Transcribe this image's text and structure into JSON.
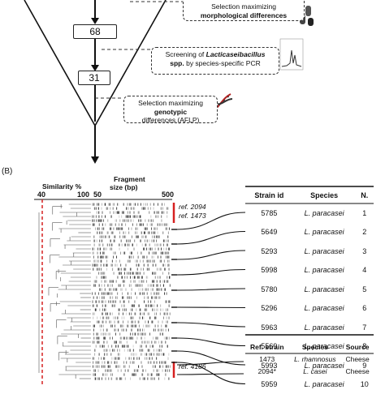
{
  "panel_b_label": "(B)",
  "funnel": {
    "count_1": "68",
    "count_2": "31",
    "box_morph_line1": "Selection maximizing",
    "box_morph_line2": "morphological differences",
    "box_pcr_line1_a": "Screening of ",
    "box_pcr_line1_b": "Lacticaseibacillus",
    "box_pcr_line2_a": "spp.",
    "box_pcr_line2_b": " by species-specific PCR",
    "box_aflp_line1_a": "Selection maximizing ",
    "box_aflp_line1_b": "genotypic",
    "box_aflp_line2": "differences (AFLP)"
  },
  "dendrogram": {
    "similarity_label": "Similarity %",
    "sim_min": "40",
    "sim_max": "100",
    "fragment_label_1": "Fragment",
    "fragment_label_2": "size (bp)",
    "frag_min": "50",
    "frag_max": "500",
    "ref_a": "ref. 2094",
    "ref_b": "ref. 1473",
    "ref_c": "ref. 4186"
  },
  "strain_table": {
    "headers": [
      "Strain id",
      "Species",
      "N."
    ],
    "rows": [
      [
        "5785",
        "L. paracasei",
        "1"
      ],
      [
        "5649",
        "L. paracasei",
        "2"
      ],
      [
        "5293",
        "L. paracasei",
        "3"
      ],
      [
        "5998",
        "L. paracasei",
        "4"
      ],
      [
        "5780",
        "L. paracasei",
        "5"
      ],
      [
        "5296",
        "L. paracasei",
        "6"
      ],
      [
        "5963",
        "L. paracasei",
        "7"
      ],
      [
        "5569",
        "L. paracasei",
        "8"
      ],
      [
        "5993",
        "L. paracasei",
        "9"
      ],
      [
        "5959",
        "L. paracasei",
        "10"
      ]
    ]
  },
  "ref_table": {
    "headers": [
      "Ref. strain",
      "Species",
      "Source"
    ],
    "rows": [
      [
        "1473",
        "L. rhamnosus",
        "Cheese"
      ],
      [
        "2094*",
        "L. casei",
        "Cheese"
      ]
    ]
  },
  "colors": {
    "reference_marker": "#d62020",
    "line": "#111111"
  }
}
